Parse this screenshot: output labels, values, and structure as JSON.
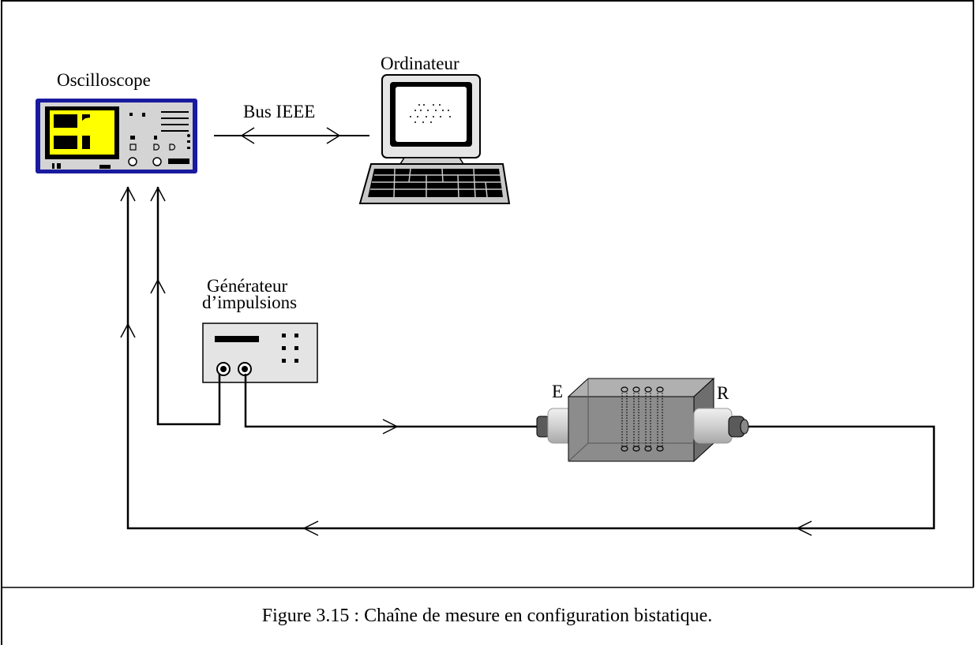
{
  "labels": {
    "oscilloscope": "Oscilloscope",
    "ordinateur": "Ordinateur",
    "bus": "Bus IEEE",
    "generateur_line1": "Générateur",
    "generateur_line2": "d’impulsions",
    "emitter": "E",
    "receiver": "R"
  },
  "caption": "Figure 3.15 : Chaîne de mesure en configuration bistatique.",
  "colors": {
    "oscilloscope_frame": "#1a1aa0",
    "oscilloscope_screen": "#ffff00",
    "line": "#000000",
    "tank": "#8c8c8c",
    "transducer": "#d9d9d9"
  }
}
